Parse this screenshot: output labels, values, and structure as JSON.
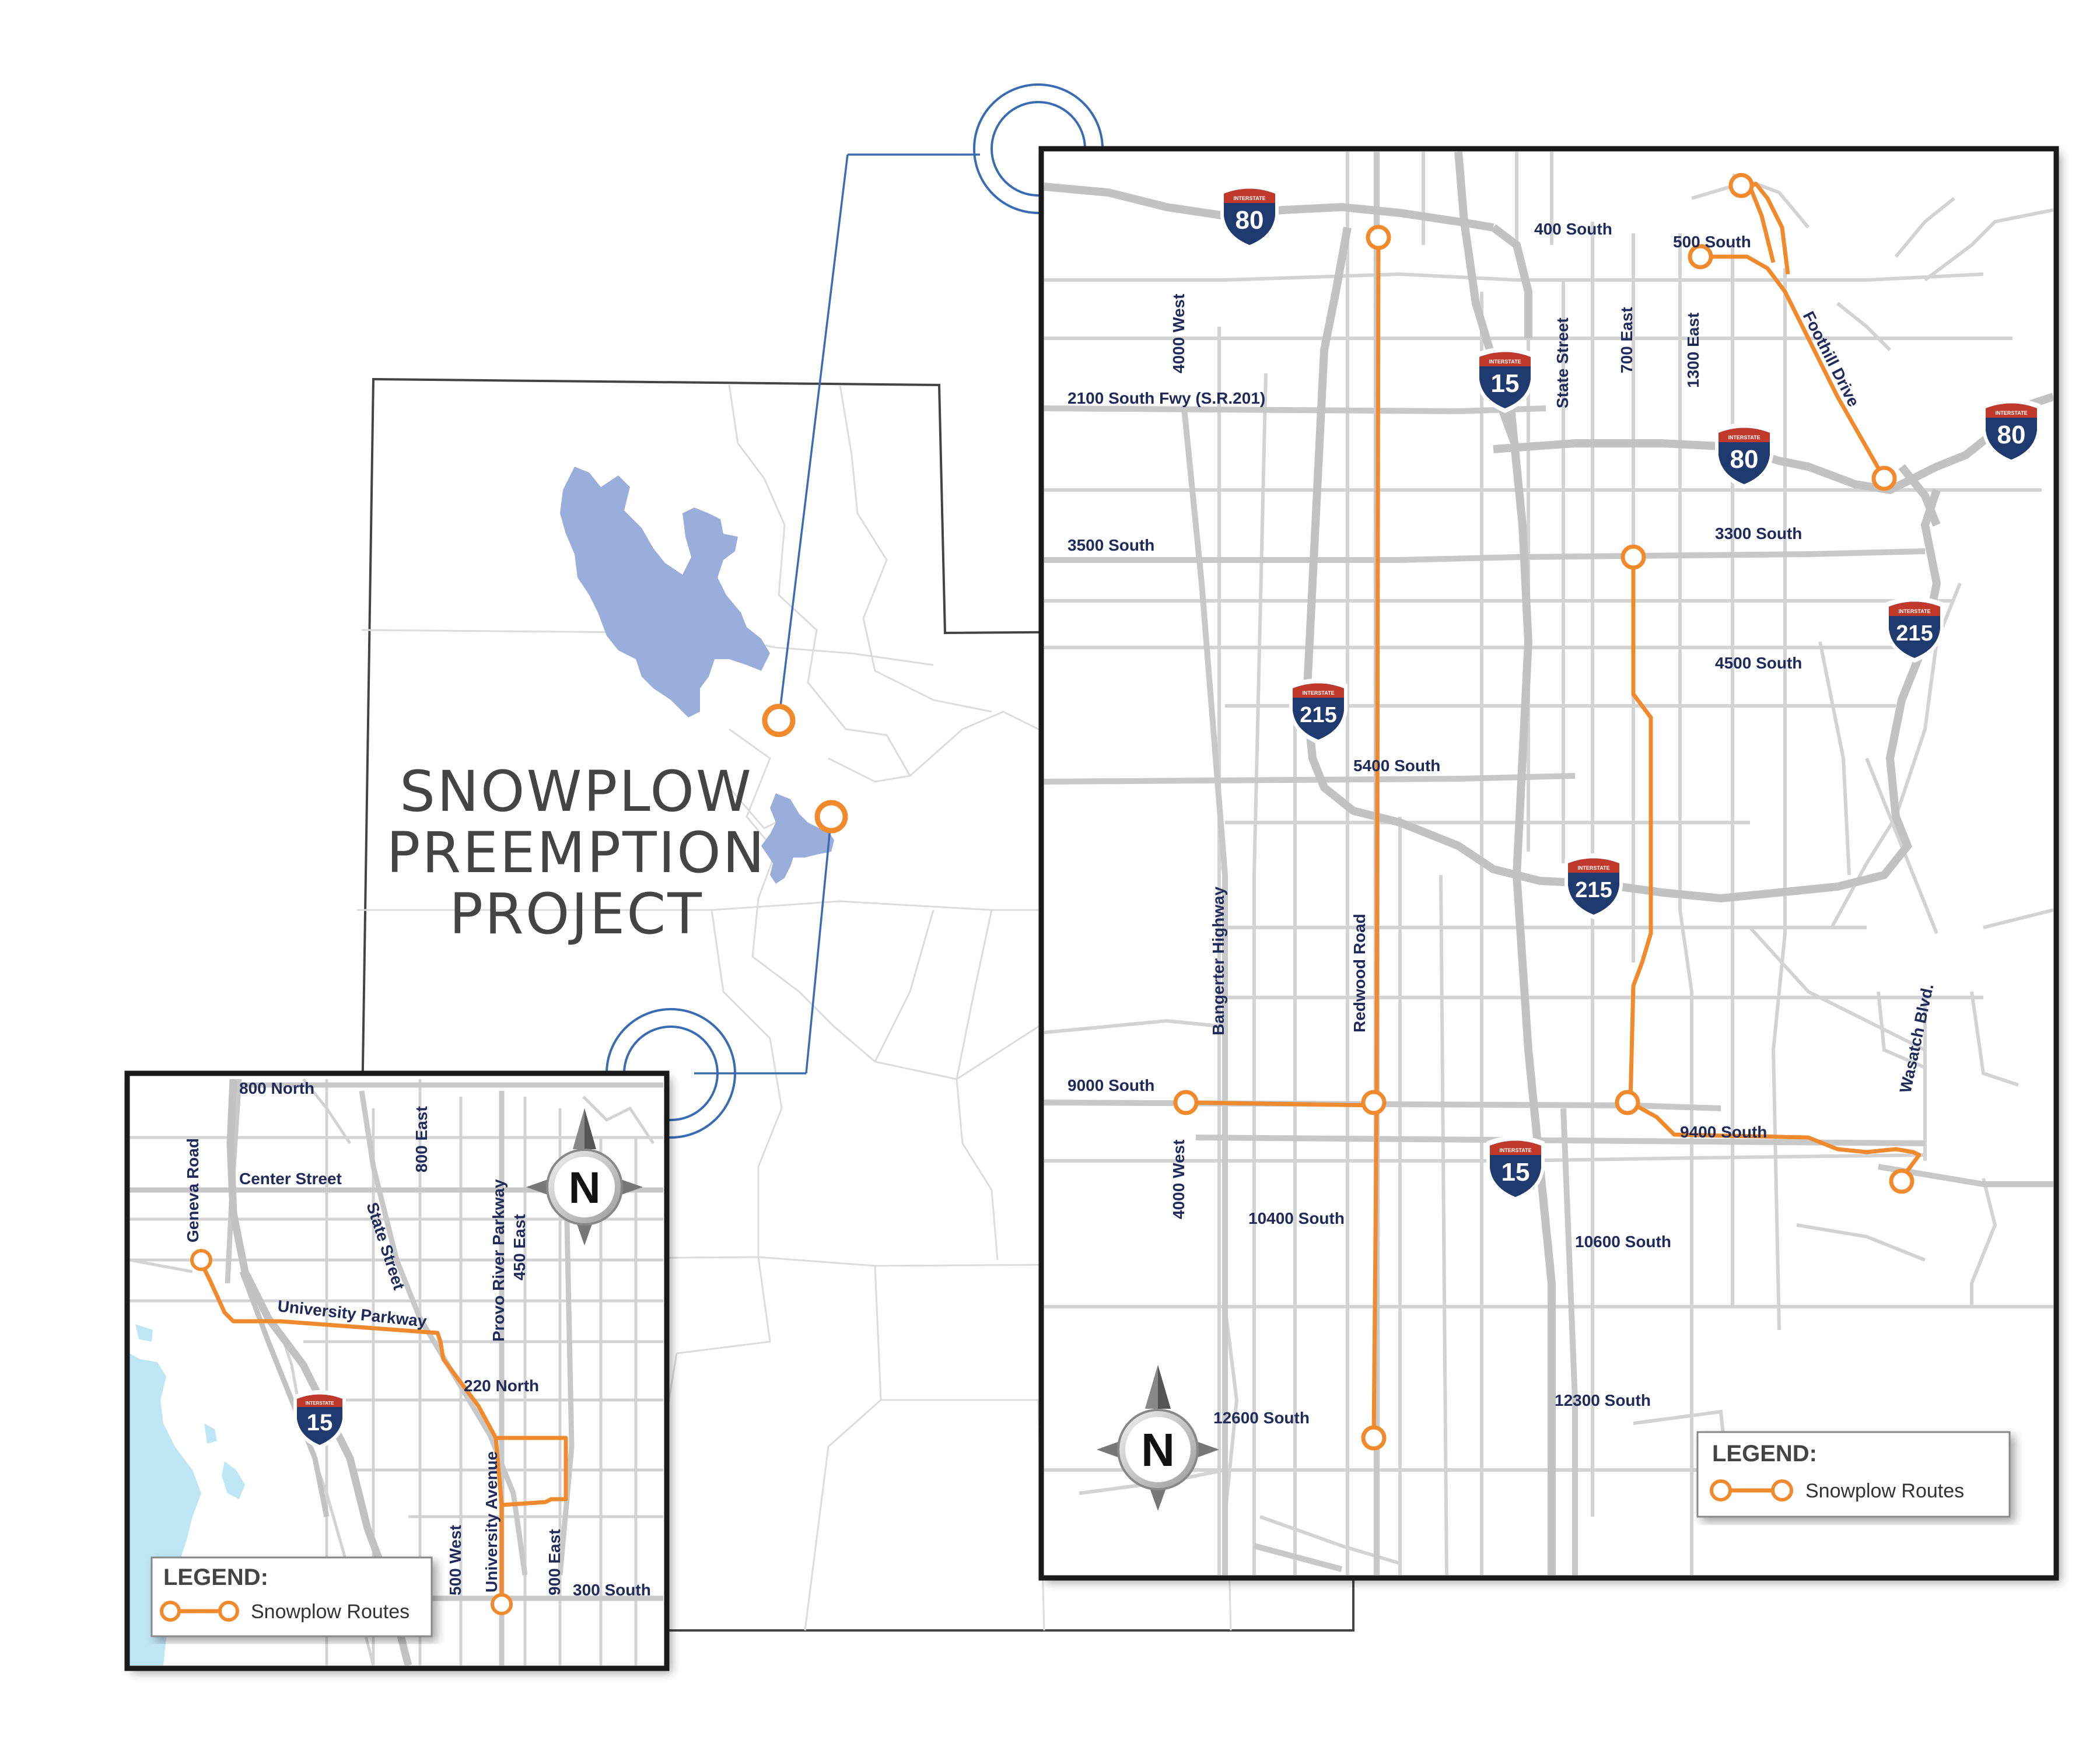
{
  "title": [
    "SNOWPLOW",
    "PREEMPTION",
    "PROJECT"
  ],
  "colors": {
    "route": "#f08a2c",
    "road": "#c8c8c8",
    "water": "#99aedb",
    "water_light": "#bfe6f5",
    "leader": "#3a6bb3",
    "frame": "#1a1a1a",
    "label": "#1f2a5a",
    "shield_blue": "#1f3a6e",
    "shield_red": "#c0392b"
  },
  "slc_map": {
    "streets": {
      "s400": "400 South",
      "s500": "500 South",
      "s2100": "2100 South Fwy (S.R.201)",
      "s3500": "3500 South",
      "s3300": "3300 South",
      "s4500": "4500 South",
      "s5400": "5400 South",
      "s9000": "9000 South",
      "s9400": "9400 South",
      "s10400": "10400 South",
      "s10600": "10600 South",
      "s12600": "12600 South",
      "s12300": "12300 South",
      "w4000": "4000 West",
      "w4000b": "4000 West",
      "state": "State Street",
      "e700": "700 East",
      "e1300": "1300 East",
      "foothill": "Foothill Drive",
      "bangerter": "Bangerter Highway",
      "redwood": "Redwood Road",
      "wasatch": "Wasatch Blvd."
    },
    "shields": {
      "i80a": "80",
      "i80b": "80",
      "i80c": "80",
      "i15a": "15",
      "i15b": "15",
      "i215a": "215",
      "i215b": "215",
      "i215c": "215",
      "interstate": "INTERSTATE"
    },
    "compass": "N",
    "legend_title": "LEGEND:",
    "legend_item": "Snowplow Routes"
  },
  "provo_map": {
    "streets": {
      "n800": "800 North",
      "center": "Center Street",
      "state": "State Street",
      "e800": "800 East",
      "geneva": "Geneva Road",
      "provo_river": "Provo River Parkway",
      "e450": "450 East",
      "university_pkwy": "University Parkway",
      "n220": "220 North",
      "univ_ave": "University Avenue",
      "w500": "500 West",
      "e900": "900 East",
      "s300": "300 South"
    },
    "shields": {
      "i15": "15",
      "interstate": "INTERSTATE"
    },
    "compass": "N",
    "legend_title": "LEGEND:",
    "legend_item": "Snowplow Routes"
  }
}
